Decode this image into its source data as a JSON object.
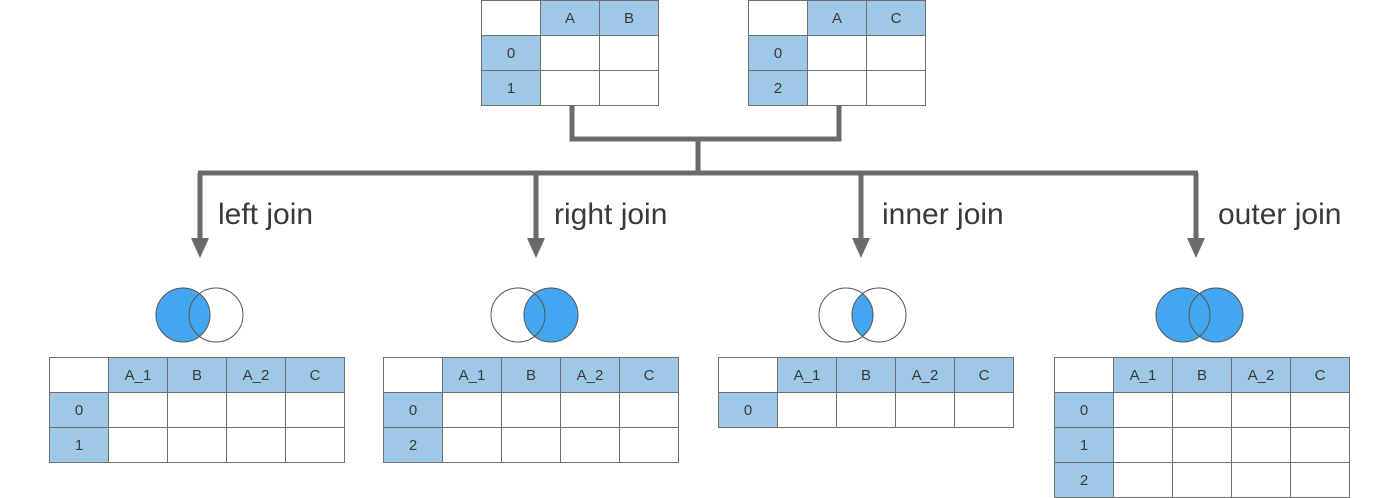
{
  "colors": {
    "header_fill": "#9fc8e6",
    "venn_fill": "#42a6f0",
    "line": "#6b6b6b",
    "grid": "#6f6f6f"
  },
  "source_tables": [
    {
      "id": "src-left",
      "columns": [
        "A",
        "B"
      ],
      "index": [
        "0",
        "1"
      ]
    },
    {
      "id": "src-right",
      "columns": [
        "A",
        "C"
      ],
      "index": [
        "0",
        "2"
      ]
    }
  ],
  "joins": [
    {
      "label": "left join",
      "venn": "left",
      "columns": [
        "A_1",
        "B",
        "A_2",
        "C"
      ],
      "index": [
        "0",
        "1"
      ]
    },
    {
      "label": "right join",
      "venn": "right",
      "columns": [
        "A_1",
        "B",
        "A_2",
        "C"
      ],
      "index": [
        "0",
        "2"
      ]
    },
    {
      "label": "inner join",
      "venn": "inner",
      "columns": [
        "A_1",
        "B",
        "A_2",
        "C"
      ],
      "index": [
        "0"
      ]
    },
    {
      "label": "outer join",
      "venn": "outer",
      "columns": [
        "A_1",
        "B",
        "A_2",
        "C"
      ],
      "index": [
        "0",
        "1",
        "2"
      ]
    }
  ]
}
